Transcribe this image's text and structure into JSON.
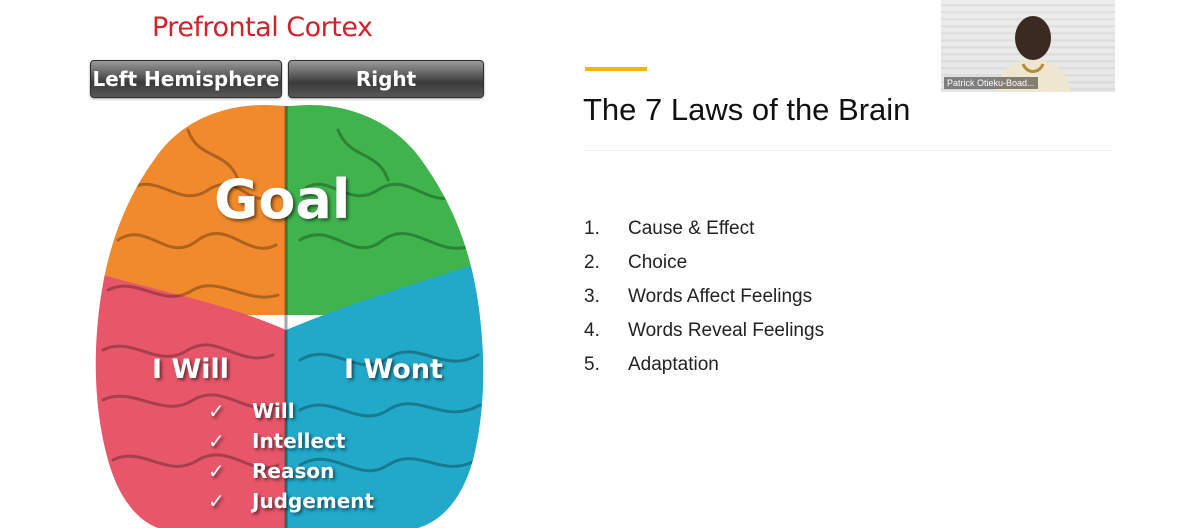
{
  "slide": {
    "brain": {
      "title": "Prefrontal Cortex",
      "left_hemisphere": "Left Hemisphere",
      "right_hemisphere": "Right Hemisphere",
      "goal": "Goal",
      "i_will": "I Will",
      "i_wont": "I Wont",
      "traits": [
        "Will",
        "Intellect",
        "Reason",
        "Judgement"
      ],
      "check_glyph": "✓",
      "colors": {
        "frontal_left": "#f08a2c",
        "frontal_right": "#3fb44c",
        "rear_left": "#e8566a",
        "rear_right": "#22a8c9"
      }
    },
    "title": "The 7 Laws of the Brain",
    "accent_color": "#f2b705",
    "laws": [
      {
        "num": "1.",
        "text": "Cause & Effect"
      },
      {
        "num": "2.",
        "text": "Choice"
      },
      {
        "num": "3.",
        "text": "Words Affect Feelings"
      },
      {
        "num": "4.",
        "text": "Words Reveal Feelings"
      },
      {
        "num": "5.",
        "text": "Adaptation"
      }
    ]
  },
  "video": {
    "participant_name": "Patrick Otieku-Boad..."
  }
}
